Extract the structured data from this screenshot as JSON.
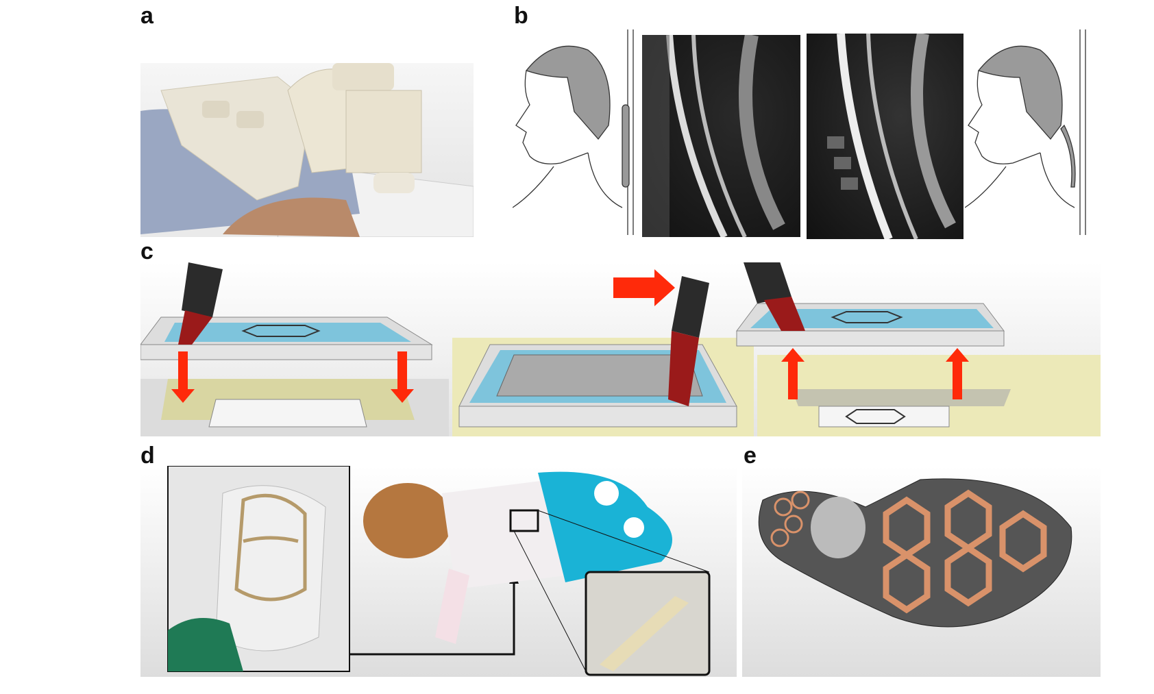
{
  "figure": {
    "panels": [
      {
        "label": "a"
      },
      {
        "label": "b"
      },
      {
        "label": "c"
      },
      {
        "label": "d"
      },
      {
        "label": "e"
      }
    ]
  },
  "colors": {
    "arrow": "#ff2a0a",
    "tray_fluid": "#7ec4dc",
    "base": "#ece9b8",
    "copper": "#d9926a",
    "blanket": "#1ab3d6"
  }
}
